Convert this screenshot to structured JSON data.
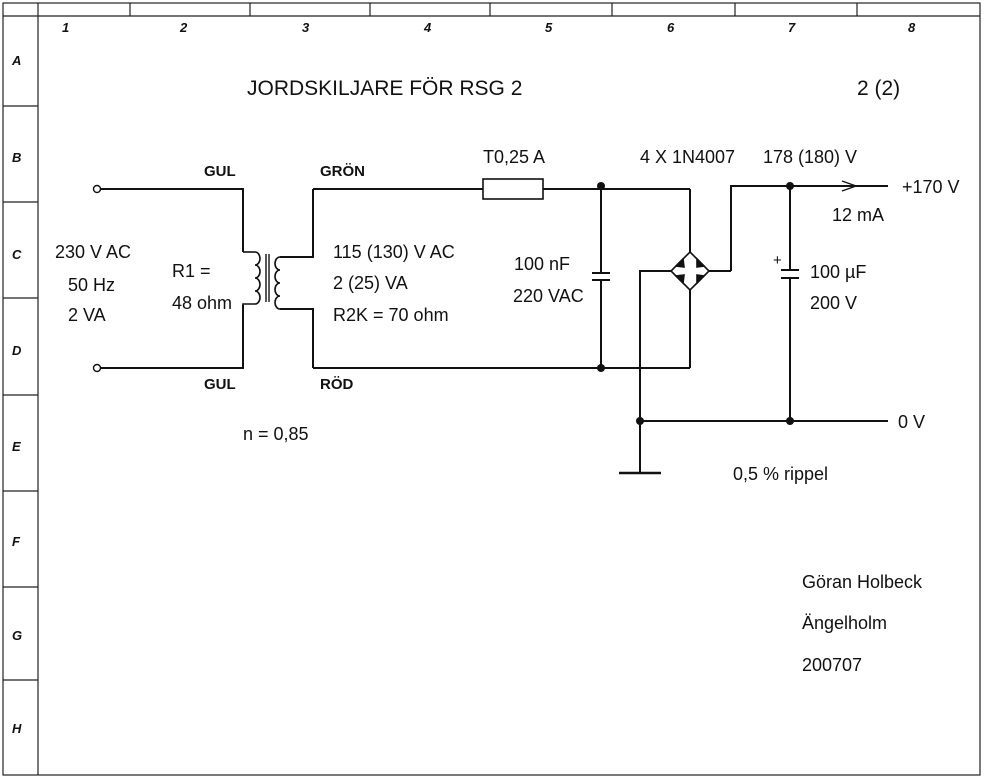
{
  "frame": {
    "columns": [
      "1",
      "2",
      "3",
      "4",
      "5",
      "6",
      "7",
      "8"
    ],
    "rows": [
      "A",
      "B",
      "C",
      "D",
      "E",
      "F",
      "G",
      "H"
    ]
  },
  "title": "JORDSKILJARE FÖR  RSG 2",
  "page": "2  (2)",
  "input": {
    "voltage": "230 V  AC",
    "freq": "50 Hz",
    "power": "2 VA"
  },
  "primary": {
    "r1_label": "R1 =",
    "r1_value": "48 ohm",
    "top_wire": "GUL",
    "bottom_wire": "GUL"
  },
  "secondary": {
    "top_wire": "GRÖN",
    "bottom_wire": "RÖD",
    "voltage": "115 (130)  V  AC",
    "power": "2 (25)  VA",
    "r2k": "R2K = 70 ohm"
  },
  "ratio": "n = 0,85",
  "fuse": "T0,25 A",
  "capacitor1": {
    "value": "100 nF",
    "rating": "220 VAC"
  },
  "bridge": "4 X 1N4007",
  "dc_voltage": "178 (180)  V",
  "capacitor2": {
    "polarity": "+",
    "value": "100 µF",
    "rating": "200 V"
  },
  "output": {
    "voltage": "+170 V",
    "current": "12 mA",
    "ground": "0 V",
    "ripple": "0,5 %  rippel"
  },
  "author": {
    "name": "Göran Holbeck",
    "place": "Ängelholm",
    "date": "200707"
  }
}
